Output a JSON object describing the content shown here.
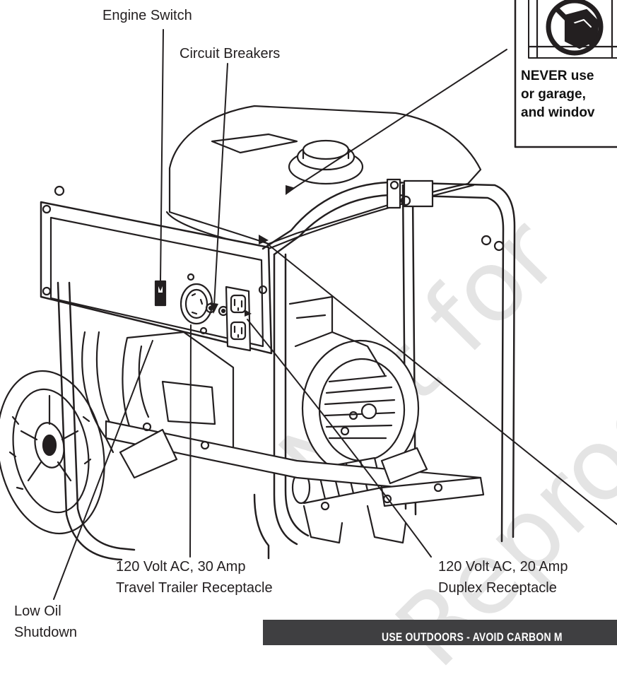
{
  "callouts": {
    "engine_switch": "Engine Switch",
    "circuit_breakers": "Circuit Breakers",
    "travel_trailer_line1": "120 Volt AC, 30 Amp",
    "travel_trailer_line2": "Travel Trailer Receptacle",
    "duplex_line1": "120 Volt AC, 20 Amp",
    "duplex_line2": "Duplex Receptacle",
    "low_oil_line1": "Low Oil",
    "low_oil_line2": "Shutdown"
  },
  "warning_label": {
    "line1": "NEVER use",
    "line2": "or garage,",
    "line3": "and windov",
    "icon": "no-indoor-generator-icon"
  },
  "banner": {
    "text": "USE OUTDOORS - AVOID CARBON M"
  },
  "watermark": {
    "line1": "Not for",
    "line2": "Reproduction"
  },
  "colors": {
    "line": "#231f20",
    "banner": "#3f3f41",
    "prohibition": "#231f20"
  }
}
